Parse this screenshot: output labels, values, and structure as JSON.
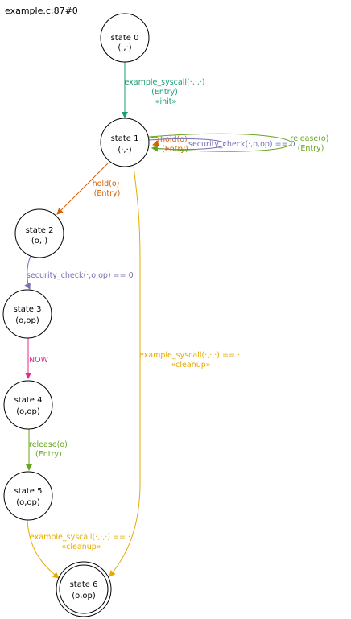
{
  "diagram": {
    "title": "example.c:87#0",
    "states": [
      {
        "id": "s0",
        "name": "state 0",
        "vars": "(·,·)",
        "accepting": false
      },
      {
        "id": "s1",
        "name": "state 1",
        "vars": "(·,·)",
        "accepting": false
      },
      {
        "id": "s2",
        "name": "state 2",
        "vars": "(o,·)",
        "accepting": false
      },
      {
        "id": "s3",
        "name": "state 3",
        "vars": "(o,op)",
        "accepting": false
      },
      {
        "id": "s4",
        "name": "state 4",
        "vars": "(o,op)",
        "accepting": false
      },
      {
        "id": "s5",
        "name": "state 5",
        "vars": "(o,op)",
        "accepting": false
      },
      {
        "id": "s6",
        "name": "state 6",
        "vars": "(o,op)",
        "accepting": true
      }
    ],
    "transitions": [
      {
        "id": "t01",
        "from": "s0",
        "to": "s1",
        "color": "#1a9e77",
        "label": [
          "example_syscall(·,·,·)",
          "(Entry)",
          "«init»"
        ]
      },
      {
        "id": "t11a",
        "from": "s1",
        "to": "s1",
        "color": "#d95f02",
        "label": [
          "hold(o)",
          "(Entry)"
        ]
      },
      {
        "id": "t11b",
        "from": "s1",
        "to": "s1",
        "color": "#7570b3",
        "label": [
          "security_check(·,o,op) == 0"
        ]
      },
      {
        "id": "t11c",
        "from": "s1",
        "to": "s1",
        "color": "#66a61e",
        "label": [
          "release(o)",
          "(Entry)"
        ]
      },
      {
        "id": "t12",
        "from": "s1",
        "to": "s2",
        "color": "#d95f02",
        "label": [
          "hold(o)",
          "(Entry)"
        ]
      },
      {
        "id": "t16",
        "from": "s1",
        "to": "s6",
        "color": "#e6ab02",
        "label": [
          "example_syscall(·,·,·) == ·",
          "«cleanup»"
        ]
      },
      {
        "id": "t23",
        "from": "s2",
        "to": "s3",
        "color": "#7570b3",
        "label": [
          "security_check(·,o,op) == 0"
        ]
      },
      {
        "id": "t34",
        "from": "s3",
        "to": "s4",
        "color": "#e7298a",
        "label": [
          "NOW"
        ]
      },
      {
        "id": "t45",
        "from": "s4",
        "to": "s5",
        "color": "#66a61e",
        "label": [
          "release(o)",
          "(Entry)"
        ]
      },
      {
        "id": "t56",
        "from": "s5",
        "to": "s6",
        "color": "#e6ab02",
        "label": [
          "example_syscall(·,·,·) == ·",
          "«cleanup»"
        ]
      }
    ]
  }
}
